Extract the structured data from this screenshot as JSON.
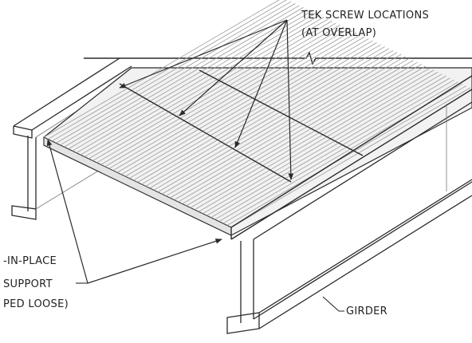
{
  "labels": {
    "tek_line1": "TEK SCREW LOCATIONS",
    "tek_line2": "(AT OVERLAP)",
    "form_line1": "-IN-PLACE",
    "form_line2": "SUPPORT",
    "form_line3": "PED LOOSE)",
    "girder": "GIRDER"
  },
  "colors": {
    "ink": "#2a2a2a",
    "deck_fill": "#f2f2f2",
    "background": "#ffffff"
  }
}
